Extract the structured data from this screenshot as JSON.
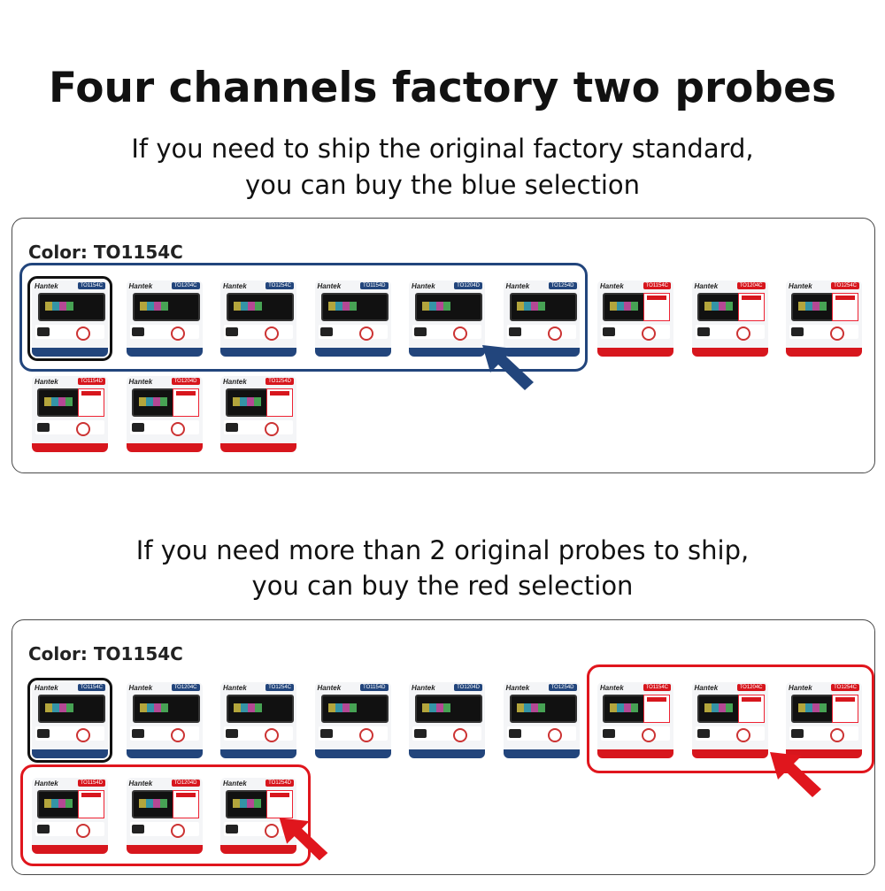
{
  "headline": "Four channels factory two probes",
  "section1": {
    "line1": "If you need to ship the original factory standard,",
    "line2": "you can buy the blue selection",
    "color_label": "Color: TO1154C",
    "selection_color": "#22457c"
  },
  "section2": {
    "line1": "If you need more than 2 original probes to ship,",
    "line2": "you can buy the red selection",
    "color_label": "Color: TO1154C",
    "selection_color": "#e0161d"
  },
  "tiles": [
    {
      "brand": "Hantek",
      "model": "TO1154C",
      "style": "blue"
    },
    {
      "brand": "Hantek",
      "model": "TO1204C",
      "style": "blue"
    },
    {
      "brand": "Hantek",
      "model": "TO1254C",
      "style": "blue"
    },
    {
      "brand": "Hantek",
      "model": "TO1154D",
      "style": "blue"
    },
    {
      "brand": "Hantek",
      "model": "TO1204D",
      "style": "blue"
    },
    {
      "brand": "Hantek",
      "model": "TO1254D",
      "style": "blue"
    },
    {
      "brand": "Hantek",
      "model": "TO1154C",
      "style": "red"
    },
    {
      "brand": "Hantek",
      "model": "TO1204C",
      "style": "red"
    },
    {
      "brand": "Hantek",
      "model": "TO1254C",
      "style": "red"
    },
    {
      "brand": "Hantek",
      "model": "TO1154D",
      "style": "red"
    },
    {
      "brand": "Hantek",
      "model": "TO1204D",
      "style": "red"
    },
    {
      "brand": "Hantek",
      "model": "TO1254D",
      "style": "red"
    }
  ],
  "icons": {
    "pointer": "arrow-pointer-icon"
  }
}
